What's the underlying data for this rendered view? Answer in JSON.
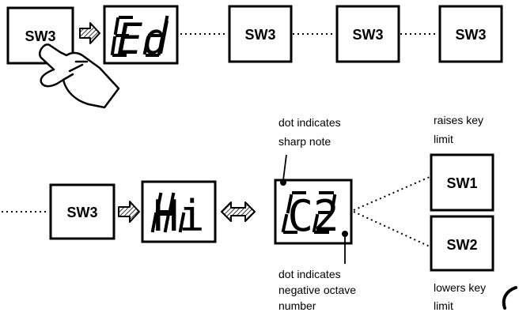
{
  "row1": {
    "first_button": "SW3",
    "display_text": "Ed",
    "repeat_buttons": [
      "SW3",
      "SW3",
      "SW3"
    ]
  },
  "row2": {
    "button": "SW3",
    "display1_text": "Hi",
    "display2_text": "C2"
  },
  "notes": {
    "dot_top_line1": "dot indicates",
    "dot_top_line2": "sharp note",
    "dot_bottom_line1": "dot indicates",
    "dot_bottom_line2": "negative octave",
    "dot_bottom_line3": "number",
    "raises_line1": "raises key",
    "raises_line2": "limit",
    "lowers_line1": "lowers key",
    "lowers_line2": "limit"
  },
  "side_buttons": {
    "up": "SW1",
    "down": "SW2"
  },
  "icons": [
    "pointing-hand-icon",
    "right-arrow-icon",
    "double-arrow-icon"
  ]
}
